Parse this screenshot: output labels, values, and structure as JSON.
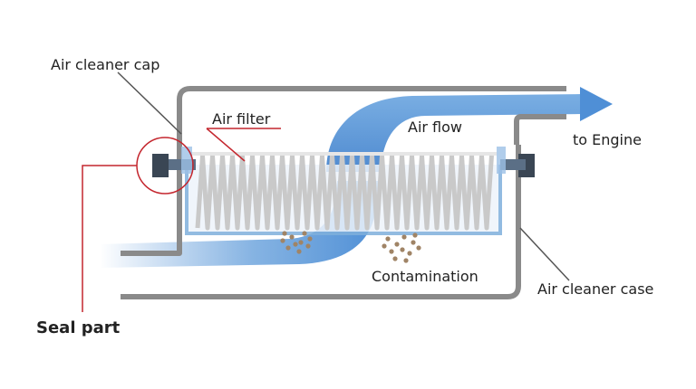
{
  "labels": {
    "air_cleaner_cap": "Air cleaner cap",
    "air_filter": "Air filter",
    "air_flow": "Air flow",
    "to_engine": "to Engine",
    "contamination": "Contamination",
    "air_cleaner_case": "Air cleaner case",
    "seal_part": "Seal part"
  },
  "colors": {
    "housing": "#8a8a8a",
    "airflow": "#4f8fd6",
    "filter_pleat": "#c9c9c9",
    "filter_frame": "#7fb0dc",
    "contamination": "#a08466",
    "seal_callout": "#c4262e",
    "seal_block": "#3a4654"
  }
}
